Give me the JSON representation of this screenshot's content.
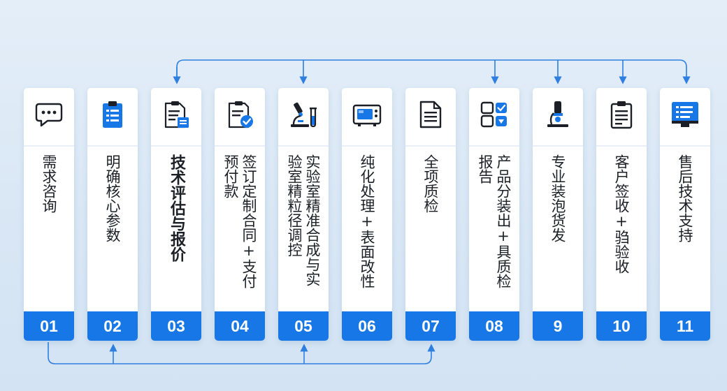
{
  "steps": [
    {
      "num": "01",
      "title": "需求咨询",
      "icon": "chat-bubble-icon"
    },
    {
      "num": "02",
      "title": "明确核心参数",
      "icon": "clipboard-list-icon"
    },
    {
      "num": "03",
      "title": "技术评估与报价",
      "icon": "document-report-icon"
    },
    {
      "num": "04",
      "title": "签订定制合同+支付预付款",
      "icon": "document-check-icon"
    },
    {
      "num": "05",
      "title": "实验室精准合成与实验室精粒径调控",
      "icon": "microscope-flask-icon"
    },
    {
      "num": "06",
      "title": "纯化处理+表面改性",
      "icon": "lab-device-icon"
    },
    {
      "num": "07",
      "title": "全项质检",
      "icon": "document-lines-icon"
    },
    {
      "num": "08",
      "title": "产品分装出+具质检报告",
      "icon": "boxes-check-icon"
    },
    {
      "num": "9",
      "title": "专业装泡货发",
      "icon": "microscope-icon"
    },
    {
      "num": "10",
      "title": "客户签收+驺验收",
      "icon": "clipboard-icon"
    },
    {
      "num": "11",
      "title": "售后技术支持",
      "icon": "support-screen-icon"
    }
  ],
  "colors": {
    "accent": "#1877e6",
    "text": "#1c2026",
    "card": "#ffffff"
  }
}
